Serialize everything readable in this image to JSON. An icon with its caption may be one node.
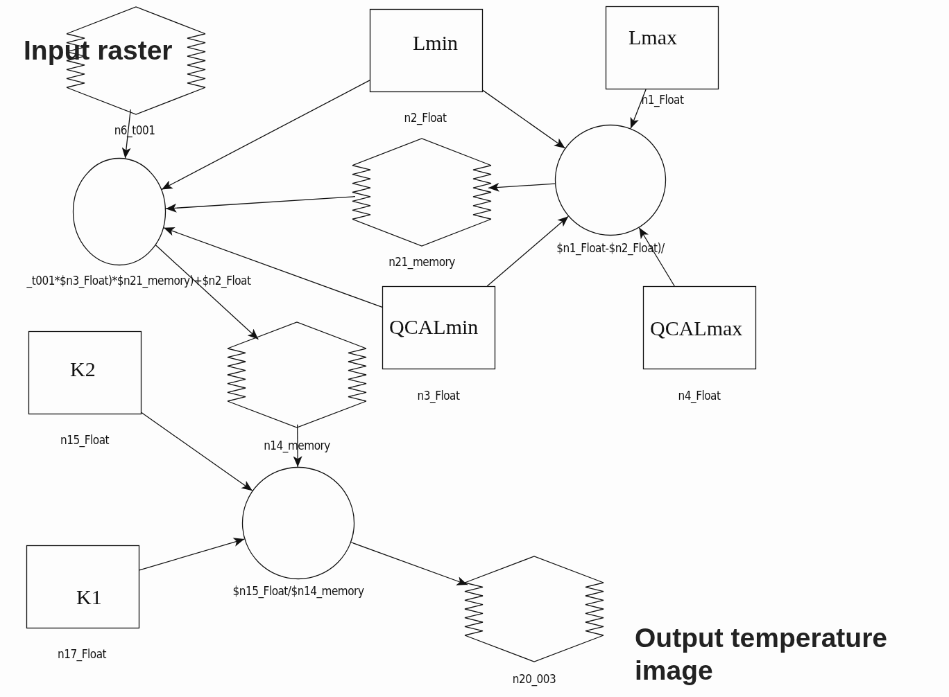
{
  "diagram": {
    "nodes": [
      {
        "text": [
          "Input raster"
        ],
        "beside": [
          "n6_t001"
        ]
      },
      {
        "text": [
          "Lmin"
        ],
        "beside": [
          "n2_Float"
        ]
      },
      {
        "text": [
          "Lmax"
        ],
        "beside": [
          "n1_Float"
        ]
      },
      {
        "text": [],
        "shape": "circle",
        "beside": [
          "$n1_Float-$n2_Float)/"
        ]
      },
      {
        "text": [],
        "shape": "stack",
        "beside": [
          "n21_memory"
        ]
      },
      {
        "text": [],
        "shape": "circle",
        "beside": [
          "_t001*$n3_Float)*$n21_memory)+$n2_Float"
        ]
      },
      {
        "text": [
          "QCALmin"
        ],
        "beside": [
          "n3_Float"
        ]
      },
      {
        "text": [
          "QCALmax"
        ],
        "beside": [
          "n4_Float"
        ]
      },
      {
        "text": [],
        "shape": "stack",
        "beside": [
          "n14_memory"
        ]
      },
      {
        "text": [
          "K2"
        ],
        "beside": [
          "n15_Float"
        ]
      },
      {
        "text": [],
        "shape": "circle",
        "beside": [
          "$n15_Float/$n14_memory"
        ]
      },
      {
        "text": [
          "K1"
        ],
        "beside": [
          "n17_Float"
        ]
      },
      {
        "text": [],
        "shape": "stack",
        "beside": [
          "n20_003"
        ]
      }
    ],
    "labels": [
      "Output temperature image"
    ],
    "edges": [
      {
        "from": 0,
        "to": 5,
        "arrow": "to"
      },
      {
        "from": 1,
        "to": 5,
        "arrow": "to"
      },
      {
        "from": 1,
        "to": 3,
        "arrow": "to"
      },
      {
        "from": 2,
        "to": 3,
        "arrow": "to"
      },
      {
        "from": 3,
        "to": 4,
        "arrow": "to"
      },
      {
        "from": 4,
        "to": 5,
        "arrow": "to"
      },
      {
        "from": 6,
        "to": 5,
        "arrow": "to"
      },
      {
        "from": 6,
        "to": 3,
        "arrow": "to"
      },
      {
        "from": 7,
        "to": 3,
        "arrow": "to"
      },
      {
        "from": 5,
        "to": 8,
        "arrow": "to"
      },
      {
        "from": 8,
        "to": 10,
        "arrow": "to"
      },
      {
        "from": 9,
        "to": 10,
        "arrow": "to"
      },
      {
        "from": 11,
        "to": 10,
        "arrow": "to"
      },
      {
        "from": 10,
        "to": 12,
        "arrow": "to"
      }
    ]
  }
}
